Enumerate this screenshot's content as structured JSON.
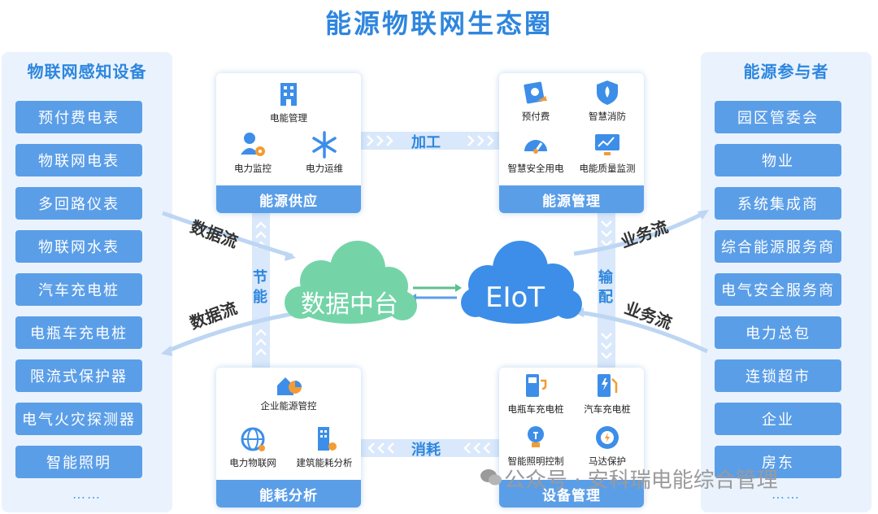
{
  "title": "能源物联网生态圈",
  "left_panel": {
    "title": "物联网感知设备",
    "items": [
      "预付费电表",
      "物联网电表",
      "多回路仪表",
      "物联网水表",
      "汽车充电桩",
      "电瓶车充电桩",
      "限流式保护器",
      "电气火灾探测器",
      "智能照明"
    ],
    "more": "……"
  },
  "right_panel": {
    "title": "能源参与者",
    "items": [
      "园区管委会",
      "物业",
      "系统集成商",
      "综合能源服务商",
      "电气安全服务商",
      "电力总包",
      "连锁超市",
      "企业",
      "房东"
    ],
    "more": "……"
  },
  "boxes": {
    "supply": {
      "label": "能源供应",
      "items": [
        "电能管理",
        "电力监控",
        "电力运维"
      ]
    },
    "management": {
      "label": "能源管理",
      "items": [
        "预付费",
        "智慧消防",
        "智慧安全用电",
        "电能质量监测"
      ]
    },
    "analysis": {
      "label": "能耗分析",
      "items": [
        "企业能源管控",
        "电力物联网",
        "建筑能耗分析"
      ]
    },
    "device": {
      "label": "设备管理",
      "items": [
        "电瓶车充电桩",
        "汽车充电桩",
        "智能照明控制",
        "马达保护"
      ]
    }
  },
  "flows": {
    "top": "加工",
    "bottom": "消耗",
    "left": "节能",
    "right": "输配",
    "data_flow_top": "数据流",
    "data_flow_bottom": "数据流",
    "business_flow_top": "业务流",
    "business_flow_bottom": "业务流"
  },
  "clouds": {
    "data_platform": "数据中台",
    "eiot": "EIoT"
  },
  "watermark": "公众号 · 安科瑞电能综合管理",
  "colors": {
    "primary": "#2e86de",
    "item_bg": "#5b9ee8",
    "panel_bg": "#eaf3fd",
    "green_cloud": "#6fd3a5",
    "blue_cloud": "#3d8ee8"
  }
}
